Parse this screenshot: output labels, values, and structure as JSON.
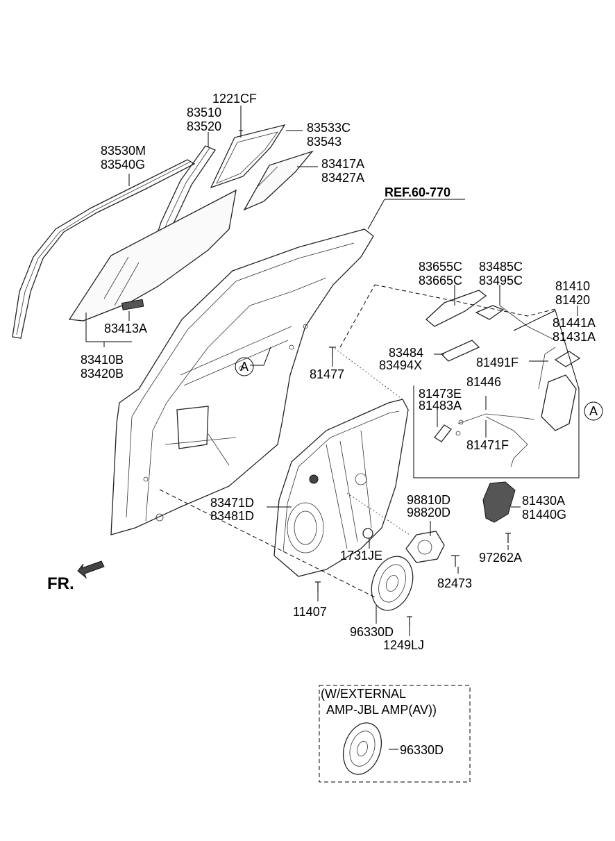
{
  "labels": {
    "p1221CF": "1221CF",
    "p83510": "83510",
    "p83520": "83520",
    "p83533C": "83533C",
    "p83543": "83543",
    "p83530M": "83530M",
    "p83540G": "83540G",
    "p83417A": "83417A",
    "p83427A": "83427A",
    "ref": "REF.60-770",
    "p83655C": "83655C",
    "p83665C": "83665C",
    "p83485C": "83485C",
    "p83495C": "83495C",
    "p81410": "81410",
    "p81420": "81420",
    "p81441A": "81441A",
    "p81431A": "81431A",
    "p83413A": "83413A",
    "p83410B": "83410B",
    "p83420B": "83420B",
    "p83484": "83484",
    "p83494X": "83494X",
    "p81491F": "81491F",
    "p81477": "81477",
    "p81446": "81446",
    "p81473E": "81473E",
    "p81483A": "81483A",
    "p81471F": "81471F",
    "p83471D": "83471D",
    "p83481D": "83481D",
    "p98810D": "98810D",
    "p98820D": "98820D",
    "p81430A": "81430A",
    "p81440G": "81440G",
    "p1731JE": "1731JE",
    "p97262A": "97262A",
    "p82473": "82473",
    "p11407": "11407",
    "p96330D": "96330D",
    "p1249LJ": "1249LJ",
    "callout_a": "A",
    "fr": "FR.",
    "note_line1": "(W/EXTERNAL",
    "note_line2": "AMP-JBL AMP(AV))",
    "note_part": "96330D"
  }
}
